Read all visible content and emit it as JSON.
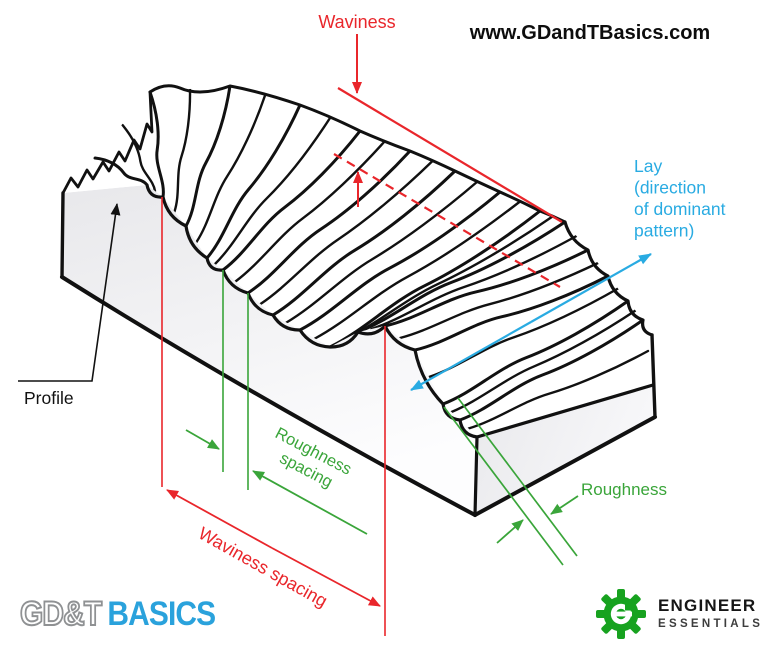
{
  "website": "www.GDandTBasics.com",
  "annotations": {
    "waviness": "Waviness",
    "profile": "Profile",
    "roughness": "Roughness",
    "waviness_spacing": "Waviness spacing",
    "roughness_spacing": {
      "line1": "Roughness",
      "line2": "spacing"
    },
    "lay": {
      "line1": "Lay",
      "line2": "(direction",
      "line3": "of dominant",
      "line4": "pattern)"
    }
  },
  "branding": {
    "gdt_basics": {
      "gdt": "GD&T",
      "basics": "BASICS"
    },
    "engineer_essentials": {
      "engineer": "ENGINEER",
      "essentials": "ESSENTIALS"
    }
  },
  "colors": {
    "annotation_red": "#e9262b",
    "annotation_green": "#3aa53a",
    "annotation_blue": "#29abe2",
    "ink_black": "#111111",
    "basics_blue": "#2aa2dc",
    "gdt_outline_gray": "#8f9193",
    "gear_green": "#17a21f"
  }
}
